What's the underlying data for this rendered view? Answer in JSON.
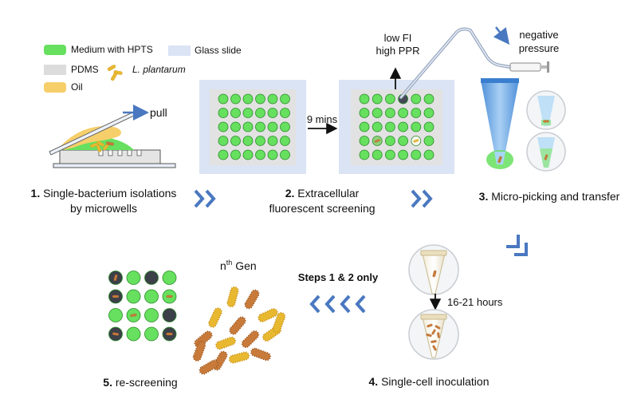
{
  "legend": {
    "medium": "Medium with HPTS",
    "glass": "Glass slide",
    "pdms": "PDMS",
    "bacterium": "L. plantarum",
    "oil": "Oil"
  },
  "colors": {
    "medium_green": "#66e05e",
    "glass_blue": "#dbe4f4",
    "pdms_gray": "#dcdcdc",
    "oil_yellow": "#f6cf6a",
    "arrow_blue": "#4a78c0",
    "bacterium_orange": "#c8782a"
  },
  "step1": {
    "number": "1.",
    "title_line1": "Single-bacterium isolations",
    "title_line2": "by microwells",
    "pull_label": "pull"
  },
  "step2": {
    "number": "2.",
    "title_line1": "Extracellular",
    "title_line2": "fluorescent screening",
    "time_label": "9 mins",
    "criteria_line1": "low FI",
    "criteria_line2": "high PPR"
  },
  "step3": {
    "number": "3.",
    "title": "Micro-picking and transfer",
    "pressure_line1": "negative",
    "pressure_line2": "pressure"
  },
  "step4": {
    "number": "4.",
    "title": "Single-cell inoculation",
    "time_label": "16-21 hours"
  },
  "step5": {
    "number": "5.",
    "title": "re-screening",
    "generation_base": "n",
    "generation_sup": "th",
    "generation_word": "Gen",
    "repeat_label": "Steps 1 & 2 only"
  }
}
